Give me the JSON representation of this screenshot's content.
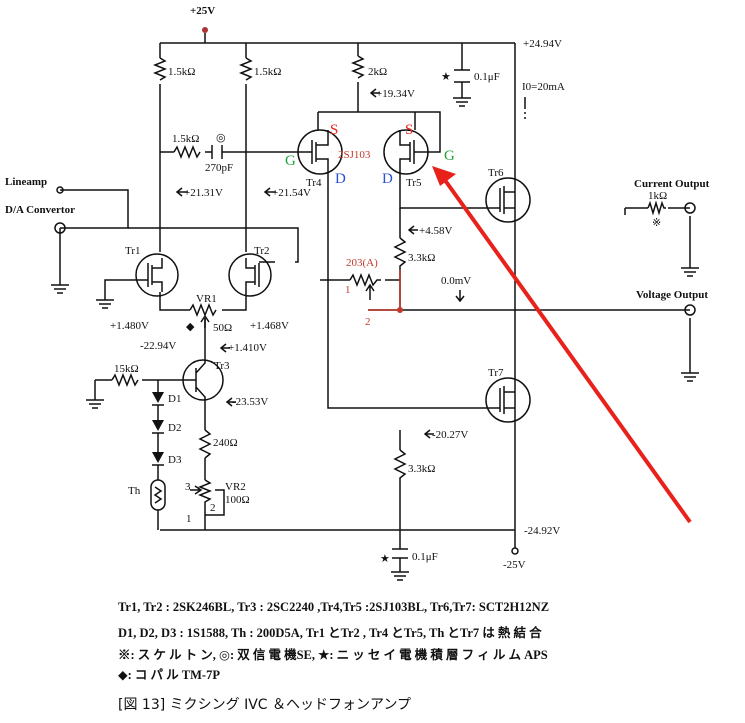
{
  "supply": {
    "top": "+25V",
    "bottom": "-25V",
    "rail_pos": "+24.94V",
    "rail_neg": "-24.92V",
    "idle_current": "I0=20mA"
  },
  "inputs": {
    "lineamp": "Lineamp",
    "dac": "D/A Convertor"
  },
  "outputs": {
    "current": "Current Output",
    "current_r": "1kΩ",
    "voltage": "Voltage Output"
  },
  "parts": {
    "r1": "1.5kΩ",
    "r2": "1.5kΩ",
    "r3": "2kΩ",
    "c1": "0.1μF",
    "rf": "1.5kΩ",
    "cf": "270pF",
    "r5": "3.3kΩ",
    "r6": "3.3kΩ",
    "r7": "15kΩ",
    "r8": "240Ω",
    "c2": "0.1μF",
    "vr1": "VR1",
    "vr1_val": "50Ω",
    "vr2": "VR2",
    "vr2_val": "100Ω",
    "trim": "203(A)",
    "th": "Th",
    "fet": "2SJ103",
    "tr1": "Tr1",
    "tr2": "Tr2",
    "tr3": "Tr3",
    "tr4": "Tr4",
    "tr5": "Tr5",
    "tr6": "Tr6",
    "tr7": "Tr7",
    "d1": "D1",
    "d2": "D2",
    "d3": "D3"
  },
  "voltages": {
    "v1934": "+19.34V",
    "v2131": "+21.31V",
    "v2154": "+21.54V",
    "v458": "+4.58V",
    "v0mv": "0.0mV",
    "v1480": "+1.480V",
    "v1468": "+1.468V",
    "v1410": "+1.410V",
    "vm2294": "-22.94V",
    "vm2353": "-23.53V",
    "vm2027": "-20.27V"
  },
  "pins": {
    "s": "S",
    "d": "D",
    "g": "G",
    "p1": "1",
    "p2": "2",
    "p3": "3"
  },
  "marks": {
    "star": "★",
    "dagger": "※",
    "diamond": "◆",
    "ring": "◎"
  },
  "legend": [
    "Tr1, Tr2 : 2SK246BL, Tr3 : 2SC2240 ,Tr4,Tr5 :2SJ103BL, Tr6,Tr7: SCT2H12NZ",
    "D1, D2, D3 : 1S1588, Th : 200D5A, Tr1 とTr2 , Tr4 とTr5, Th とTr7 は 熱 結 合",
    "※: ス ケ ル ト ン, ◎: 双 信 電 機SE, ★: ニ ッ セ イ 電 機 積 層 フ ィ ル ム APS",
    "◆: コ パ ル TM-7P"
  ],
  "caption": "[図 13] ミクシング IVC ＆ヘッドフォンアンプ",
  "colors": {
    "annotation_red": "#e8211b",
    "gate_green": "#22a43a",
    "drain_blue": "#2a4fd6",
    "label_red": "#c0392b"
  }
}
